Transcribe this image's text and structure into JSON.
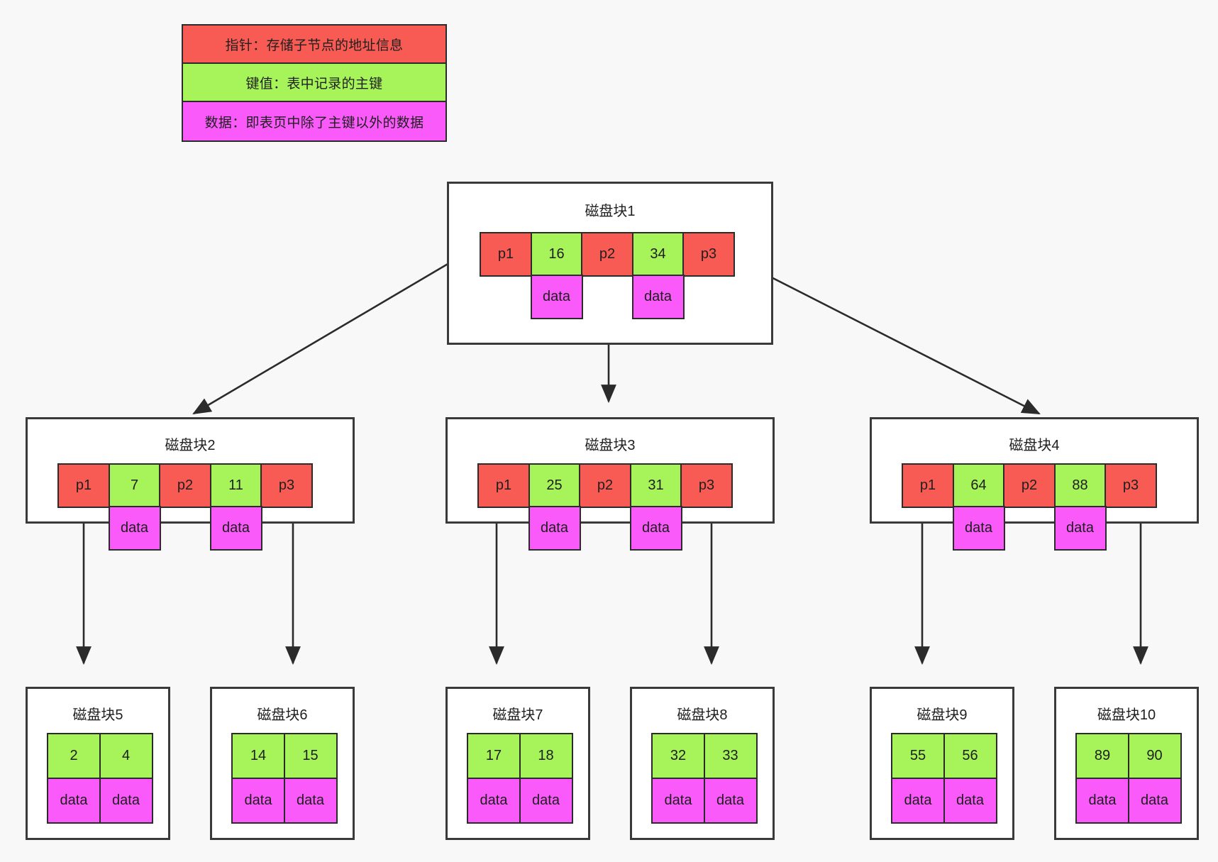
{
  "legend": {
    "rows": [
      {
        "label": "指针：存储子节点的地址信息",
        "color": "#f75b54",
        "role": "pointer"
      },
      {
        "label": "键值：表中记录的主键",
        "color": "#a6f45a",
        "role": "key"
      },
      {
        "label": "数据：即表页中除了主键以外的数据",
        "color": "#f95af9",
        "role": "data"
      }
    ]
  },
  "data_label": "data",
  "colors": {
    "pointer": "#f75b54",
    "key": "#a6f45a",
    "data": "#f95af9",
    "box_border": "#3a3a3a",
    "cell_border": "#2b2b2b",
    "background": "#f8f8f8",
    "node_fill": "#ffffff",
    "arrow": "#2b2b2b"
  },
  "nodes": {
    "root": {
      "title": "磁盘块1",
      "cells": [
        {
          "type": "pointer",
          "text": "p1"
        },
        {
          "type": "key",
          "text": "16"
        },
        {
          "type": "pointer",
          "text": "p2"
        },
        {
          "type": "key",
          "text": "34"
        },
        {
          "type": "pointer",
          "text": "p3"
        }
      ],
      "data_cells": [
        "",
        "data",
        "",
        "data",
        ""
      ]
    },
    "block2": {
      "title": "磁盘块2",
      "cells": [
        {
          "type": "pointer",
          "text": "p1"
        },
        {
          "type": "key",
          "text": "7"
        },
        {
          "type": "pointer",
          "text": "p2"
        },
        {
          "type": "key",
          "text": "11"
        },
        {
          "type": "pointer",
          "text": "p3"
        }
      ],
      "data_cells": [
        "",
        "data",
        "",
        "data",
        ""
      ]
    },
    "block3": {
      "title": "磁盘块3",
      "cells": [
        {
          "type": "pointer",
          "text": "p1"
        },
        {
          "type": "key",
          "text": "25"
        },
        {
          "type": "pointer",
          "text": "p2"
        },
        {
          "type": "key",
          "text": "31"
        },
        {
          "type": "pointer",
          "text": "p3"
        }
      ],
      "data_cells": [
        "",
        "data",
        "",
        "data",
        ""
      ]
    },
    "block4": {
      "title": "磁盘块4",
      "cells": [
        {
          "type": "pointer",
          "text": "p1"
        },
        {
          "type": "key",
          "text": "64"
        },
        {
          "type": "pointer",
          "text": "p2"
        },
        {
          "type": "key",
          "text": "88"
        },
        {
          "type": "pointer",
          "text": "p3"
        }
      ],
      "data_cells": [
        "",
        "data",
        "",
        "data",
        ""
      ]
    },
    "block5": {
      "title": "磁盘块5",
      "keys": [
        "2",
        "4"
      ],
      "data": [
        "data",
        "data"
      ]
    },
    "block6": {
      "title": "磁盘块6",
      "keys": [
        "14",
        "15"
      ],
      "data": [
        "data",
        "data"
      ]
    },
    "block7": {
      "title": "磁盘块7",
      "keys": [
        "17",
        "18"
      ],
      "data": [
        "data",
        "data"
      ]
    },
    "block8": {
      "title": "磁盘块8",
      "keys": [
        "32",
        "33"
      ],
      "data": [
        "data",
        "data"
      ]
    },
    "block9": {
      "title": "磁盘块9",
      "keys": [
        "55",
        "56"
      ],
      "data": [
        "data",
        "data"
      ]
    },
    "block10": {
      "title": "磁盘块10",
      "keys": [
        "89",
        "90"
      ],
      "data": [
        "data",
        "data"
      ]
    }
  }
}
